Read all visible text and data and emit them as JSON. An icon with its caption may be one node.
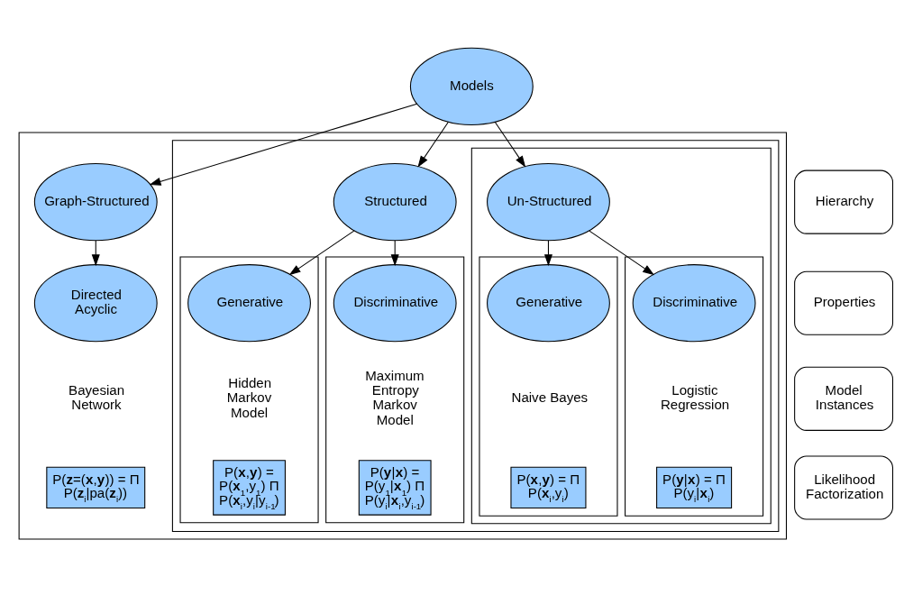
{
  "diagram": {
    "nodes": [
      {
        "text": [
          "Models"
        ]
      },
      {
        "text": [],
        "shape": "box"
      },
      {
        "text": [],
        "shape": "box",
        "in": 1
      },
      {
        "text": [],
        "shape": "box",
        "in": 2
      },
      {
        "text": [
          "Un-Structured"
        ],
        "in": 3
      },
      {
        "text": [
          "Structured"
        ],
        "in": 2
      },
      {
        "text": [
          "Graph-Structured"
        ],
        "in": 1
      },
      {
        "text": [
          "Naive Bayes"
        ],
        "in": 3
      },
      {
        "text": [
          "Generative"
        ],
        "in": 7
      },
      {
        "text": [
          "P(**x**,**y**) = Π P(**x**$_{i}$,y$_{i}$)"
        ],
        "in": 7
      },
      {
        "text": [
          "Logistic Regression"
        ],
        "in": 3
      },
      {
        "text": [
          "Discriminative"
        ],
        "in": 10
      },
      {
        "text": [
          "P(**y**|**x**) = Π P(y$_{i}$|**x**$_{i}$)"
        ],
        "in": 10
      },
      {
        "text": [
          "Hidden Markov Model"
        ],
        "in": 2
      },
      {
        "text": [
          "Generative"
        ],
        "in": 13
      },
      {
        "text": [
          "P(**x**,**y**) = P(**x**$_{1}$,y$_{1}$) Π P(**x**$_{i}$,y$_{i}$|y$_{i-1}$)"
        ],
        "in": 13
      },
      {
        "text": [
          "Maximum Entropy Markov Model"
        ],
        "in": 2
      },
      {
        "text": [
          "Discriminative"
        ],
        "in": 16
      },
      {
        "text": [
          "P(**y**|**x**) = P(y$_{1}$|**x**$_{1}$) Π P(y$_{i}$|**x**$_{i}$,y$_{i-1}$)"
        ],
        "in": 16
      },
      {
        "text": [
          "Directed Acyclic"
        ],
        "in": 1
      },
      {
        "text": [
          "Bayesian Network"
        ],
        "in": 1
      },
      {
        "text": [
          "P(**z**=(**x**,**y**)) = Π P(**z**$_{i}$|pa(**z**$_{i}$))"
        ],
        "in": 1
      },
      {
        "text": [
          "Hierarchy"
        ]
      },
      {
        "text": [
          "Properties"
        ]
      },
      {
        "text": [
          "Model Instances"
        ]
      },
      {
        "text": [
          "Likelihood Factorization"
        ]
      }
    ],
    "edges": [
      {
        "from": 0,
        "to": 4,
        "arrow": "to"
      },
      {
        "from": 0,
        "to": 5,
        "arrow": "to"
      },
      {
        "from": 0,
        "to": 6,
        "arrow": "to"
      },
      {
        "from": 4,
        "to": 8,
        "arrow": "to"
      },
      {
        "from": 4,
        "to": 11,
        "arrow": "to"
      },
      {
        "from": 5,
        "to": 14,
        "arrow": "to"
      },
      {
        "from": 5,
        "to": 17,
        "arrow": "to"
      },
      {
        "from": 6,
        "to": 19,
        "arrow": "to"
      }
    ]
  }
}
